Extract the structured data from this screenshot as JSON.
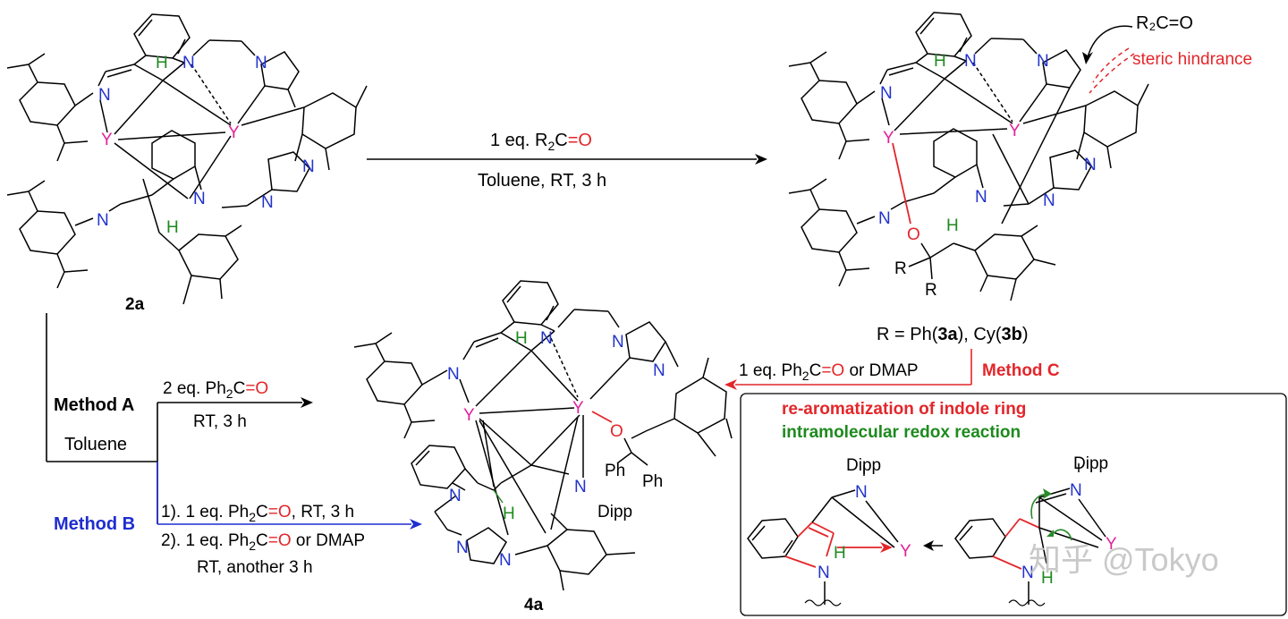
{
  "colors": {
    "yttrium": "#e0229a",
    "nitrogen": "#2233cc",
    "hydrogen": "#1e8a1e",
    "oxygen": "#e3262a",
    "method_c": "#e3262a",
    "method_b": "#1f2dd0",
    "green_label": "#1e8a1e"
  },
  "atoms": {
    "Y": "Y",
    "N": "N",
    "H": "H",
    "O": "O",
    "R": "R"
  },
  "compounds": {
    "c2a": {
      "label": "2a"
    },
    "c3": {
      "steric_group": "R₂C=O",
      "steric_label": "steric hindrance",
      "r_def": {
        "prefix": "R = Ph(",
        "a": "3a",
        "mid": "), Cy(",
        "b": "3b",
        "suffix": ")"
      }
    },
    "c4a": {
      "label": "4a",
      "ph": "Ph",
      "dipp": "Dipp"
    }
  },
  "arrow_top": {
    "reagent": {
      "pre": "1 eq. R",
      "sub": "2",
      "c": "C",
      "eq": "=O"
    },
    "conditions": "Toluene, RT, 3 h"
  },
  "method_a": {
    "label": "Method A",
    "reagent": {
      "pre": "2 eq. Ph",
      "sub": "2",
      "c": "C",
      "eq": "=O"
    },
    "conditions": "RT, 3 h",
    "solvent": "Toluene"
  },
  "method_b": {
    "label": "Method B",
    "step1": {
      "pre": "1). 1 eq. Ph",
      "sub": "2",
      "c": "C",
      "eq": "=O",
      "post": ", RT, 3 h"
    },
    "step2": {
      "pre": "2). 1 eq. Ph",
      "sub": "2",
      "c": "C",
      "eq": "=O",
      "post": " or DMAP"
    },
    "step3": "RT, another 3 h"
  },
  "method_c": {
    "label": "Method C",
    "reagent": {
      "pre": "1 eq. Ph",
      "sub": "2",
      "c": "C",
      "eq": "=O",
      "post": " or DMAP"
    }
  },
  "mechanism_box": {
    "line1": "re-aromatization of indole ring",
    "line2": "intramolecular redox reaction",
    "dipp": "Dipp"
  },
  "watermark": "知乎 @Tokyo"
}
